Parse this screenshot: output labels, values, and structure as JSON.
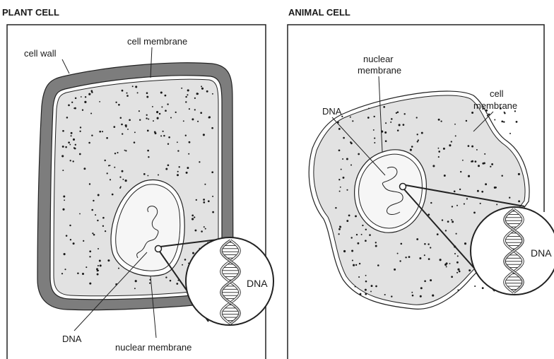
{
  "plant": {
    "heading": "PLANT CELL",
    "labels": {
      "cell_wall": "cell wall",
      "cell_membrane": "cell membrane",
      "dna": "DNA",
      "nuclear_membrane": "nuclear membrane",
      "dna_zoom": "DNA"
    }
  },
  "animal": {
    "heading": "ANIMAL CELL",
    "labels": {
      "nuclear_membrane_line1": "nuclear",
      "nuclear_membrane_line2": "membrane",
      "cell_membrane_line1": "cell",
      "cell_membrane_line2": "membrane",
      "dna": "DNA",
      "dna_zoom": "DNA"
    }
  },
  "colors": {
    "cytoplasm": "#e2e2e2",
    "cell_wall": "#7d7d7d",
    "nucleus": "#f6f6f6",
    "outline": "#222222",
    "dots": "#1a1a1a"
  }
}
